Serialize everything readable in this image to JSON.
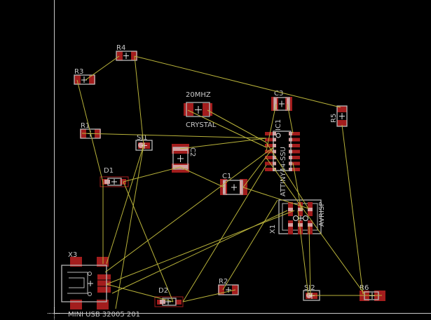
{
  "app": {
    "view": "EAGLE board editor"
  },
  "colors": {
    "background": "#000000",
    "pad": "#a31d1d",
    "silkscreen": "#c8c8c8",
    "airwire": "#b8b23a"
  },
  "components": {
    "R4": {
      "name": "R4"
    },
    "R3": {
      "name": "R3"
    },
    "R1": {
      "name": "R1"
    },
    "R2": {
      "name": "R2"
    },
    "R5": {
      "name": "R5"
    },
    "R6": {
      "name": "R6"
    },
    "C1": {
      "name": "C1"
    },
    "C2": {
      "name": "C2"
    },
    "C3": {
      "name": "C3"
    },
    "D1": {
      "name": "D1"
    },
    "D2": {
      "name": "D2"
    },
    "SJ1": {
      "name": "SJ1"
    },
    "SJ2": {
      "name": "SJ2"
    },
    "IC1": {
      "name": "IC1",
      "value": "ATTINY44-SSU"
    },
    "Q1": {
      "name": "20MHZ",
      "value": "CRYSTAL"
    },
    "X1": {
      "name": "X1",
      "value": "AVRISP"
    },
    "X3": {
      "name": "X3",
      "value": "MINI USB 32005 201"
    }
  }
}
